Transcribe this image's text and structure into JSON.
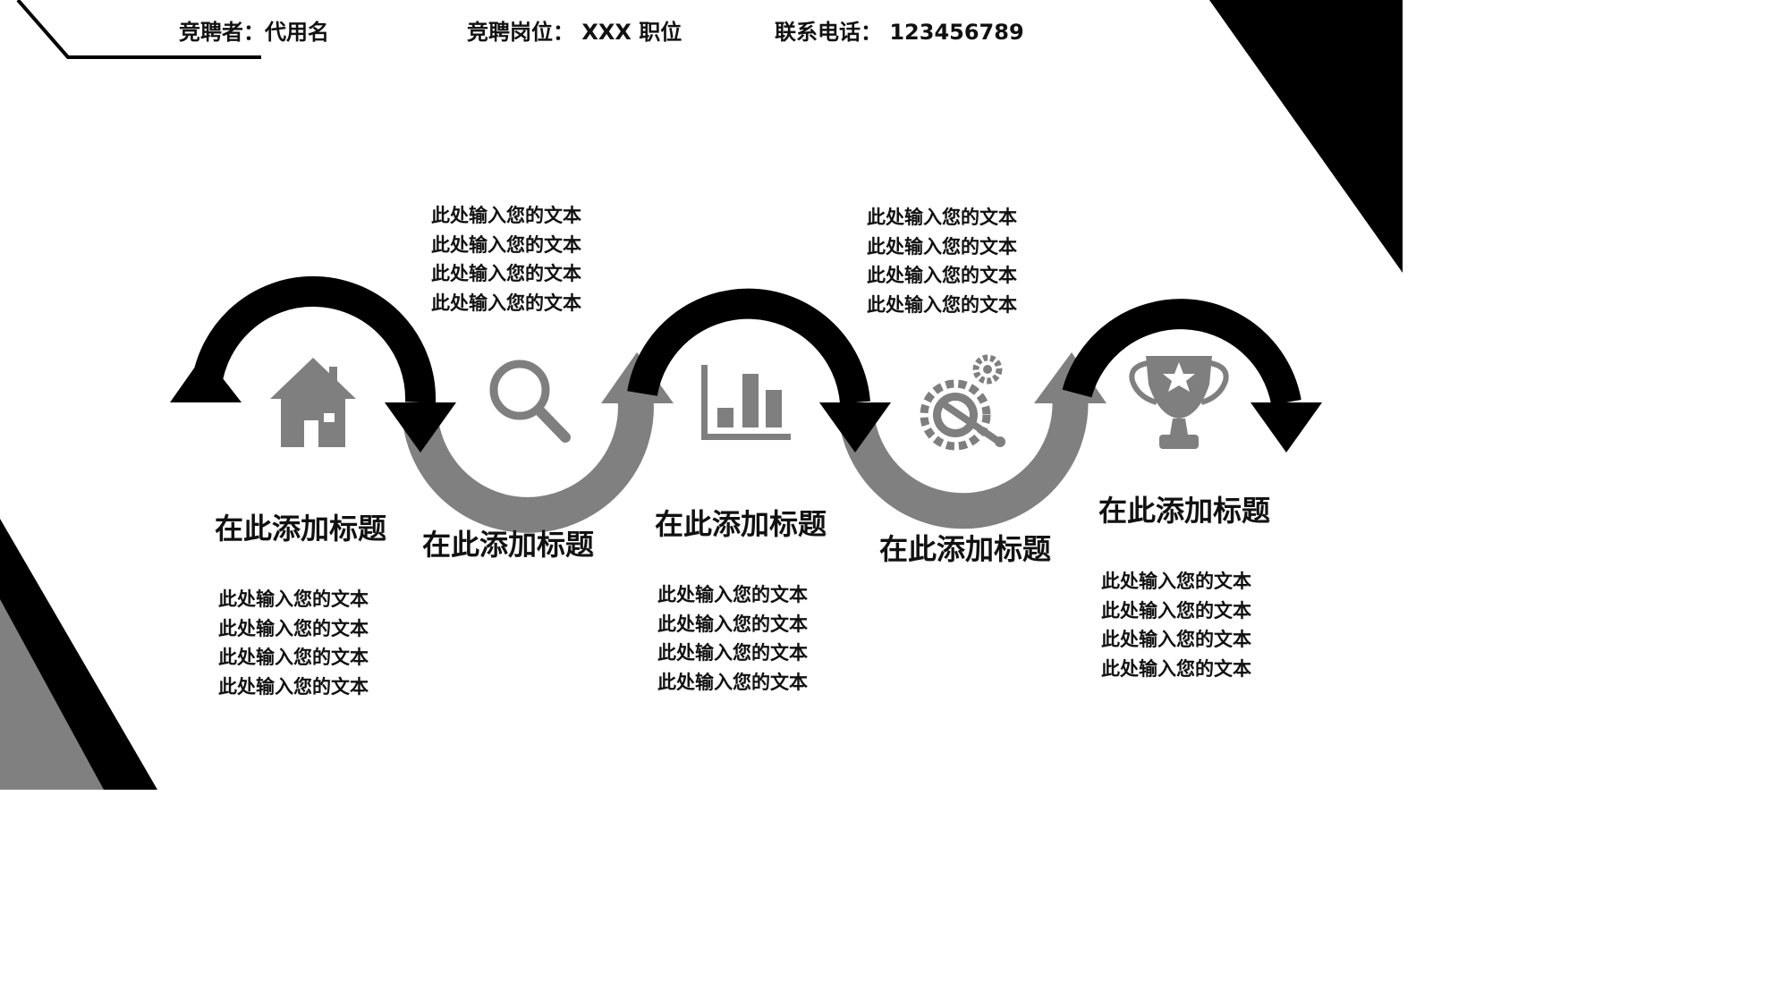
{
  "header": {
    "candidate": "竞聘者：代用名",
    "position": "竞聘岗位： XXX 职位",
    "phone": "联系电话： 123456789"
  },
  "colors": {
    "black": "#000000",
    "gray": "#808080",
    "icon": "#7f7f7f",
    "background": "#ffffff"
  },
  "steps": [
    {
      "icon": "house-icon",
      "title": "在此添加标题",
      "text": [
        "此处输入您的文本",
        "此处输入您的文本",
        "此处输入您的文本",
        "此处输入您的文本"
      ]
    },
    {
      "icon": "magnifier-icon",
      "title": "在此添加标题",
      "text": [
        "此处输入您的文本",
        "此处输入您的文本",
        "此处输入您的文本",
        "此处输入您的文本"
      ]
    },
    {
      "icon": "bar-chart-icon",
      "title": "在此添加标题",
      "text": [
        "此处输入您的文本",
        "此处输入您的文本",
        "此处输入您的文本",
        "此处输入您的文本"
      ]
    },
    {
      "icon": "gear-wrench-icon",
      "title": "在此添加标题",
      "text": [
        "此处输入您的文本",
        "此处输入您的文本",
        "此处输入您的文本",
        "此处输入您的文本"
      ]
    },
    {
      "icon": "trophy-icon",
      "title": "在此添加标题",
      "text": [
        "此处输入您的文本",
        "此处输入您的文本",
        "此处输入您的文本",
        "此处输入您的文本"
      ]
    }
  ]
}
